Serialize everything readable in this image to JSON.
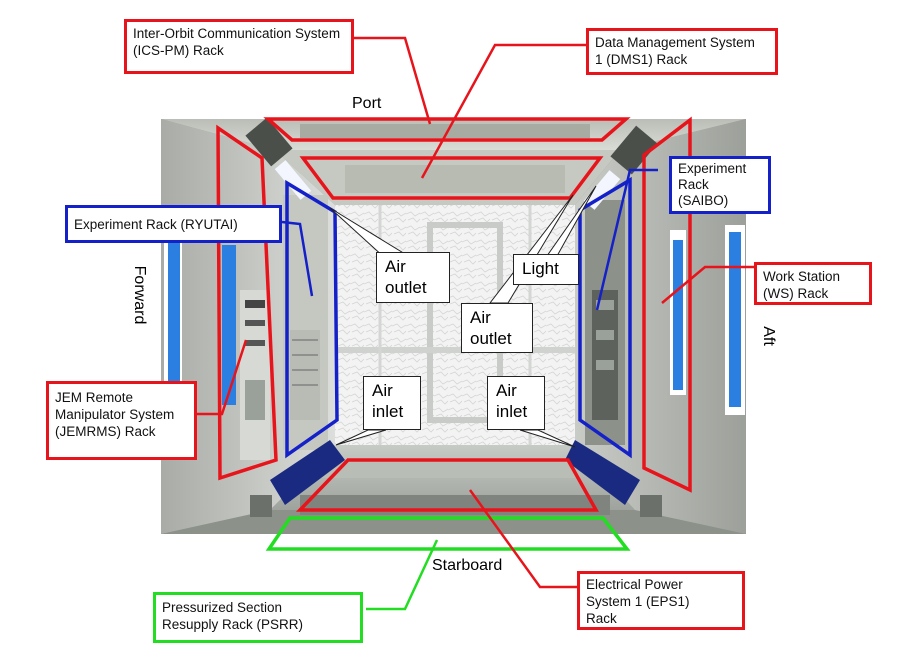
{
  "directions": {
    "port": "Port",
    "starboard": "Starboard",
    "forward": "Forward",
    "aft": "Aft"
  },
  "racks": {
    "ics_pm": "Inter-Orbit Communication System\n(ICS-PM) Rack",
    "dms1": "Data Management System\n1 (DMS1) Rack",
    "saibo": "Experiment\nRack\n(SAIBO)",
    "ryutai": "Experiment Rack (RYUTAI)",
    "ws": "Work Station\n(WS) Rack",
    "jemrms": "JEM Remote\nManipulator System\n(JEMRMS) Rack",
    "eps1": "Electrical Power\nSystem 1 (EPS1)\nRack",
    "psrr": "Pressurized Section\nResupply Rack (PSRR)"
  },
  "callouts": {
    "air_outlet_left": "Air\noutlet",
    "light": "Light",
    "air_outlet_right": "Air\noutlet",
    "air_inlet_left": "Air\ninlet",
    "air_inlet_right": "Air\ninlet"
  },
  "colors": {
    "red_outline": "#e8141c",
    "blue_outline": "#1420c8",
    "green_outline": "#22dd22"
  }
}
